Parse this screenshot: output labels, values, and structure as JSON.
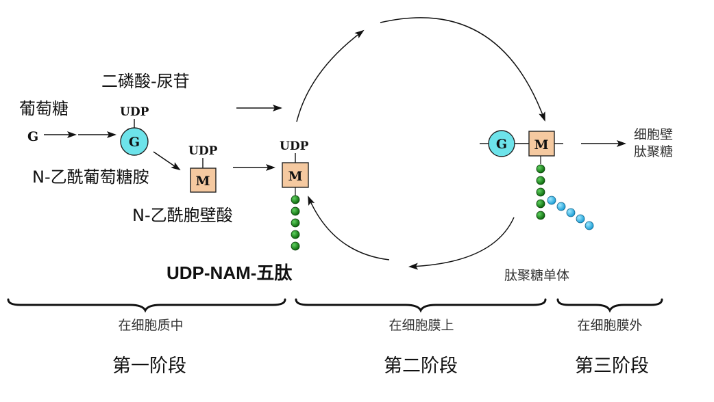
{
  "labels": {
    "glucose": "葡萄糖",
    "g_letter": "G",
    "udp_uridine": "二磷酸-尿苷",
    "udp": "UDP",
    "nag": "N-乙酰葡萄糖胺",
    "nam": "N-乙酰胞壁酸",
    "udp_nam_pentapeptide": "UDP-NAM-五肽",
    "peptidoglycan_cell_wall_line1": "细胞壁",
    "peptidoglycan_cell_wall_line2": "肽聚糖",
    "peptidoglycan_monomer": "肽聚糖单体",
    "g_unit": "G",
    "m_unit": "M"
  },
  "stages": [
    {
      "location": "在细胞质中",
      "name": "第一阶段"
    },
    {
      "location": "在细胞膜上",
      "name": "第二阶段"
    },
    {
      "location": "在细胞膜外",
      "name": "第三阶段"
    }
  ],
  "colors": {
    "g_fill": "#6de3ea",
    "m_fill": "#f5c9a0",
    "bead_green": "#1a8a1a",
    "bead_blue": "#35b8e8"
  }
}
